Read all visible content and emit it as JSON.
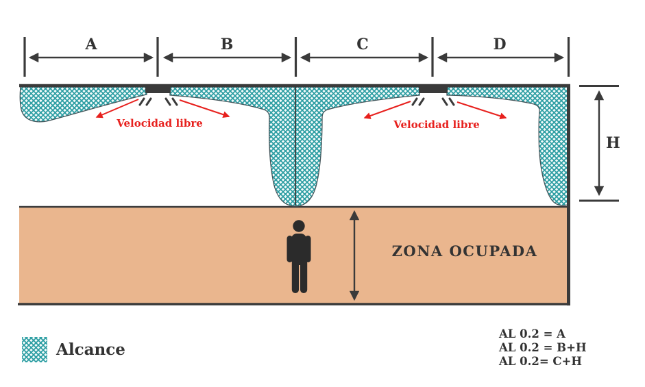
{
  "dimensions": {
    "a": "A",
    "b": "B",
    "c": "C",
    "d": "D",
    "h": "H"
  },
  "annotations": {
    "velocidad_libre": "Velocidad libre",
    "zona_ocupada": "ZONA OCUPADA"
  },
  "legend": {
    "label": "Alcance"
  },
  "formulas": [
    "AL 0.2 = A",
    "AL 0.2 = B+H",
    "AL 0.2= C+H"
  ],
  "colors": {
    "line_dark": "#3a3a3a",
    "text_dark": "#333333",
    "arrow_red": "#e7201d",
    "occupied_tan": "#eab68e",
    "hatch_teal": "#2b9da2",
    "hatch_bg": "#f2fafa",
    "hatch_outline": "#44555a",
    "person_dark": "#2b2b2b"
  }
}
